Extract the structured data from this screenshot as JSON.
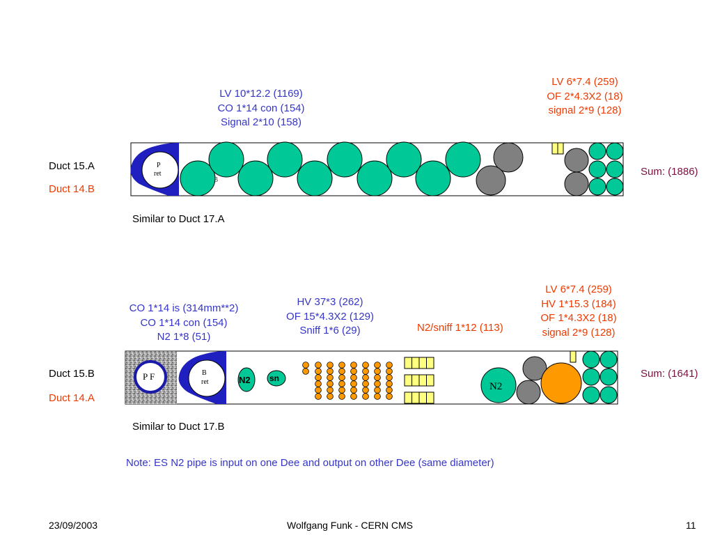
{
  "colors": {
    "text_blue": "#3535c8",
    "text_red": "#ee3a00",
    "sum_text": "#7a1040",
    "lv_cable": "#00c896",
    "grey_cable": "#808080",
    "orange_cable": "#ff9900",
    "signal_box": "#ffff80",
    "pipe_blue": "#2020c0"
  },
  "duct1": {
    "label_a": "Duct 15.A",
    "label_b": "Duct 14.B",
    "group_left": [
      "LV 10*12.2 (1169)",
      "CO 1*14 con (154)",
      "Signal 2*10 (158)"
    ],
    "group_right": [
      "LV  6*7.4 (259)",
      "OF 2*4.3X2 (18)",
      "signal 2*9 (128)"
    ],
    "pipe_label_1": "P",
    "pipe_label_2": "ret",
    "stray_label": "B",
    "sum": "Sum: (1886)",
    "similar": "Similar to Duct 17.A"
  },
  "duct2": {
    "label_a": "Duct 15.B",
    "label_b": "Duct 14.A",
    "group_left": [
      "CO 1*14 is (314mm**2)",
      "CO 1*14 con (154)",
      "N2 1*8 (51)"
    ],
    "group_mid": [
      "HV 37*3 (262)",
      "OF 15*4.3X2 (129)",
      "Sniff 1*6 (29)"
    ],
    "n2_sniff": "N2/sniff 1*12 (113)",
    "group_right": [
      "LV  6*7.4 (259)",
      "HV 1*15.3 (184)",
      "OF 1*4.3X2 (18)",
      "signal 2*9 (128)"
    ],
    "pf_label": "P F",
    "pipe_label_1": "B",
    "pipe_label_2": "ret",
    "n2_small": "N2",
    "sn_small": "sn",
    "n2_large": "N2",
    "sum": "Sum: (1641)",
    "similar": "Similar to Duct 17.B"
  },
  "note": "Note: ES N2 pipe is input on one Dee and output on other Dee (same diameter)",
  "footer": {
    "date": "23/09/2003",
    "author": "Wolfgang Funk - CERN  CMS",
    "page": "11"
  }
}
